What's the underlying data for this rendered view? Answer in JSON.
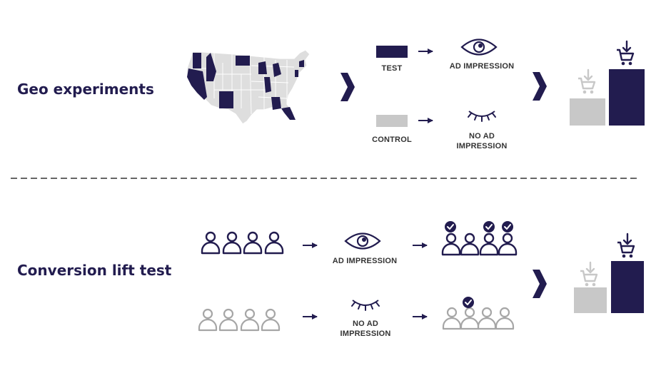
{
  "geo": {
    "title": "Geo experiments",
    "test_label": "TEST",
    "control_label": "CONTROL",
    "impression_label": "AD IMPRESSION",
    "no_impression_label": [
      "NO AD",
      "IMPRESSION"
    ]
  },
  "conversion": {
    "title": "Conversion lift test",
    "impression_label": "AD IMPRESSION",
    "no_impression_label": [
      "NO AD",
      "IMPRESSION"
    ]
  },
  "colors": {
    "navy": "#221c4f",
    "gray": "#c8c8c8",
    "map_gray": "#dedede",
    "outline_gray": "#a6a6a6"
  },
  "icons": [
    "usa-map",
    "chevron-right-icon",
    "arrow-right-icon",
    "eye-open-icon",
    "eye-closed-icon",
    "person-icon",
    "check-badge-icon",
    "shopping-cart-icon"
  ]
}
